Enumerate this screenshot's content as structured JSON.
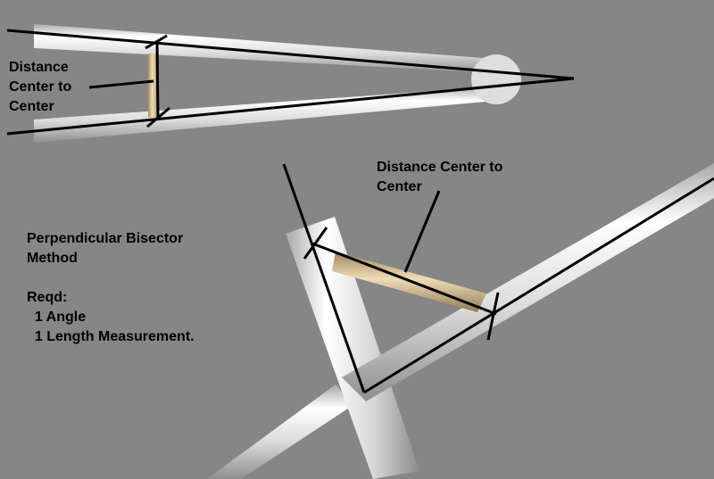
{
  "diagram": {
    "labels": {
      "top_left_note": "Distance\nCenter to\nCenter",
      "right_note": "Distance Center to\nCenter"
    },
    "method": {
      "title": "Perpendicular Bisector\nMethod",
      "requirements": "Reqd:\n  1 Angle\n  1 Length Measurement."
    },
    "colors": {
      "background": "#868686",
      "tube": "#e4e4e4",
      "tube_shadow": "#9a9a9a",
      "brace": "#cbb287",
      "ink": "#000000"
    }
  }
}
